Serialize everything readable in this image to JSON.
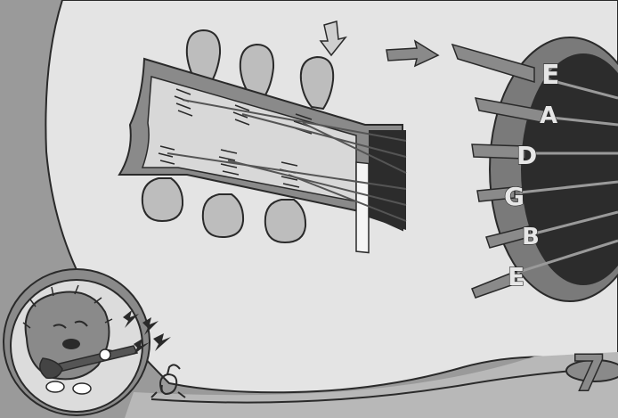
{
  "string_labels": [
    "E",
    "A",
    "D",
    "G",
    "B",
    "E"
  ],
  "page_number": "7",
  "colors": {
    "background_outer": "#9a9a9a",
    "body": "#e4e4e4",
    "body_edge": "#b8b8b8",
    "headstock": "#8a8a8a",
    "tuning_peg": "#bdbdbd",
    "sound_hole_ring": "#7a7a7a",
    "sound_hole": "#2c2c2c",
    "outline": "#2a2a2a"
  },
  "icons": [
    "down-arrow-icon",
    "right-arrow-icon",
    "lightning-icon",
    "spiral-icon",
    "rocker-character-icon"
  ]
}
